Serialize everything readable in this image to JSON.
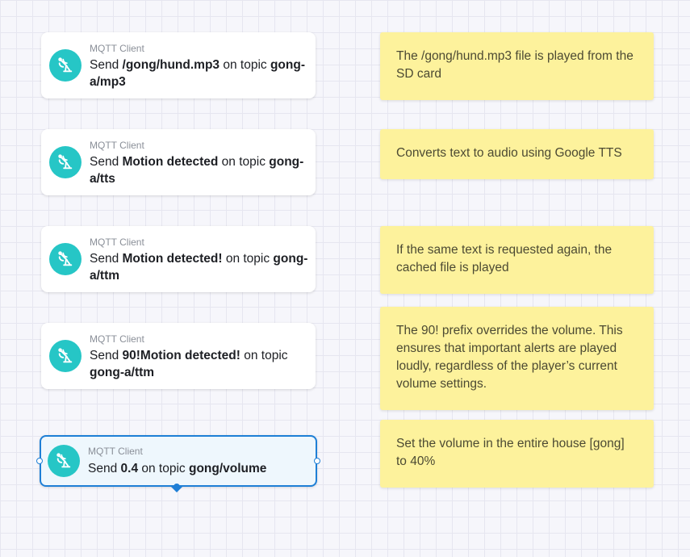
{
  "nodes": [
    {
      "label": "MQTT Client",
      "pre": "Send ",
      "value": "/gong/hund.mp3",
      "mid": " on topic ",
      "topic": "gong-a/mp3"
    },
    {
      "label": "MQTT Client",
      "pre": "Send ",
      "value": "Motion detected",
      "mid": " on topic ",
      "topic": "gong-a/tts"
    },
    {
      "label": "MQTT Client",
      "pre": "Send ",
      "value": "Motion detected!",
      "mid": " on topic ",
      "topic": "gong-a/ttm"
    },
    {
      "label": "MQTT Client",
      "pre": "Send ",
      "value": "90!Motion detected!",
      "mid": " on topic ",
      "topic": "gong-a/ttm"
    },
    {
      "label": "MQTT Client",
      "pre": "Send ",
      "value": "0.4",
      "mid": " on topic ",
      "topic": "gong/volume"
    }
  ],
  "notes": [
    "The /gong/hund.mp3 file is played from the SD card",
    "Converts text to audio using Google TTS",
    "If the same text is requested again, the cached file is played",
    "The 90! prefix overrides the volume. This ensures that important alerts are played loudly, regardless of the player’s current volume settings.",
    "Set the volume in the entire house [gong] to 40%"
  ],
  "colors": {
    "icon_bg": "#26c6c6",
    "selected_border": "#1e7fd6",
    "note_bg": "#fdf29c"
  },
  "icons": {
    "node_icon": "broadcast-antenna-icon"
  }
}
